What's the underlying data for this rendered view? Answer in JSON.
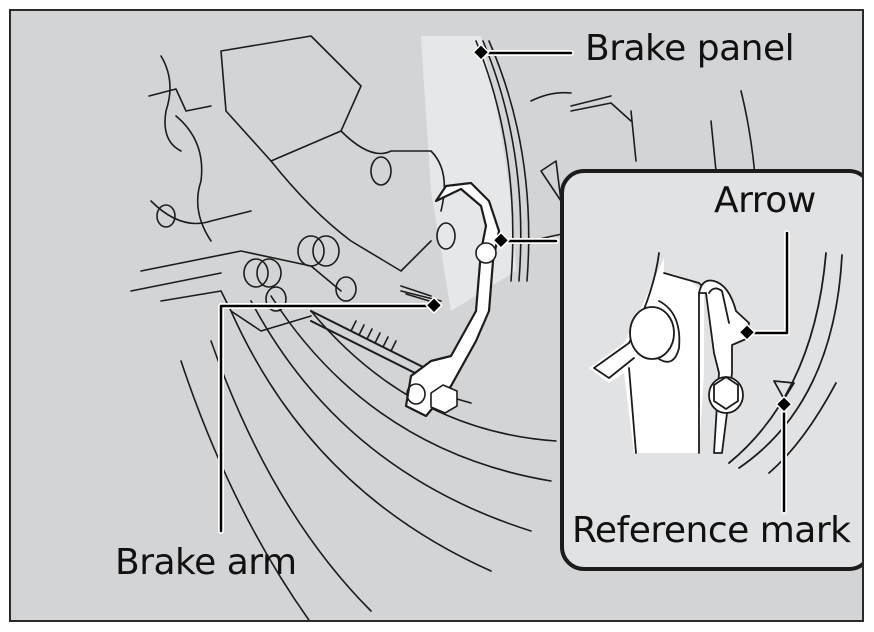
{
  "figure": {
    "title": "Rear brake arm adjustment illustration",
    "background_color": "#d3d4d6",
    "inset_background_color": "#e1e2e4",
    "line_color": "#1c1c1c"
  },
  "callouts": {
    "brake_panel": "Brake panel",
    "brake_arm": "Brake arm",
    "arrow": "Arrow",
    "reference_mark": "Reference mark"
  }
}
